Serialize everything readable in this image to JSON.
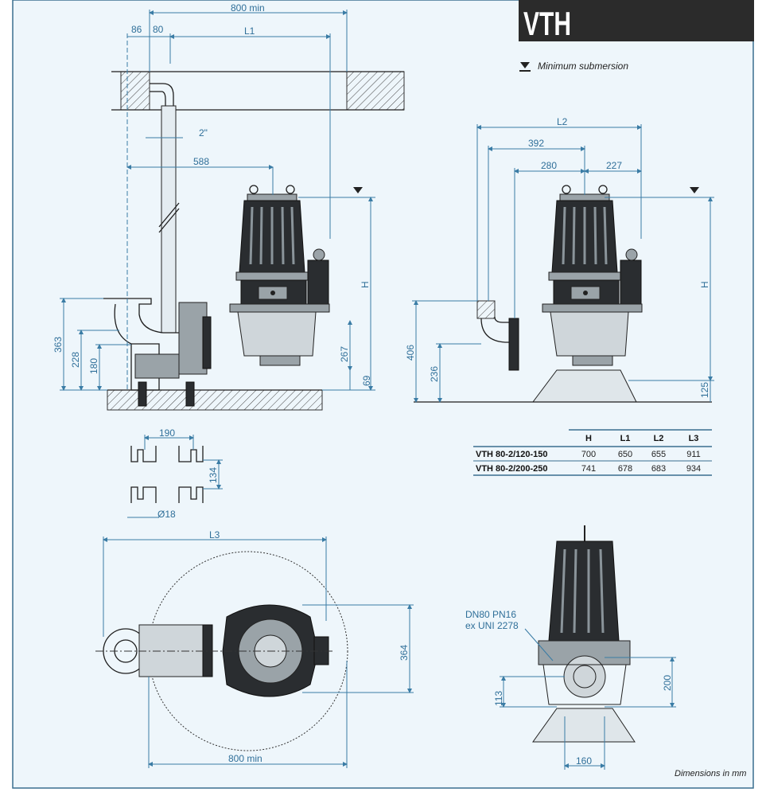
{
  "title": "VTH",
  "legend": {
    "label": "Minimum submersion",
    "icon": "min-submersion-icon"
  },
  "side_view": {
    "dims": {
      "d800min": "800 min",
      "d86": "86",
      "d80": "80",
      "L1": "L1",
      "pipe": "2\"",
      "d588": "588",
      "d363": "363",
      "d228": "228",
      "d180": "180",
      "d267": "267",
      "d69": "69",
      "H": "H"
    }
  },
  "front_view": {
    "dims": {
      "L2": "L2",
      "d392": "392",
      "d280": "280",
      "d227": "227",
      "d406": "406",
      "d236": "236",
      "H": "H",
      "d125": "125"
    }
  },
  "foot_template": {
    "d190": "190",
    "d134": "134",
    "hole": "Ø18"
  },
  "top_view": {
    "L3": "L3",
    "d364": "364",
    "d800min": "800 min"
  },
  "flange_view": {
    "flange_line1": "DN80 PN16",
    "flange_line2": "ex UNI 2278",
    "d200": "200",
    "d113": "113",
    "d160": "160"
  },
  "table": {
    "headers": [
      "",
      "H",
      "L1",
      "L2",
      "L3"
    ],
    "rows": [
      [
        "VTH 80-2/120-150",
        "700",
        "650",
        "655",
        "911"
      ],
      [
        "VTH 80-2/200-250",
        "741",
        "678",
        "683",
        "934"
      ]
    ]
  },
  "footer": "Dimensions in mm",
  "colors": {
    "background": "#eef6fb",
    "dimension": "#3a7ca5",
    "title_bg": "#2b2b2b"
  }
}
